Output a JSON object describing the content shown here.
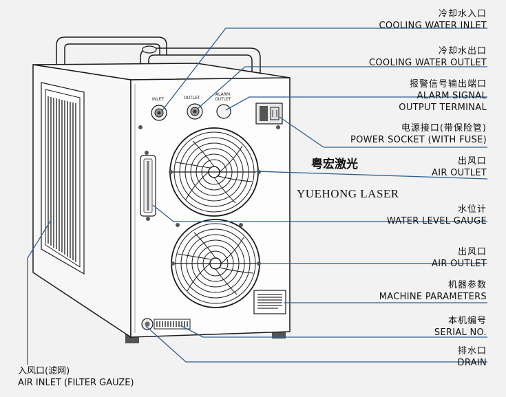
{
  "panel_labels": {
    "inlet": "INLET",
    "outlet": "OUTLET",
    "alarm_line1": "ALARM",
    "alarm_line2": "OUTLET"
  },
  "callouts": [
    {
      "cn": "冷却水入口",
      "en": "COOLING WATER INLET"
    },
    {
      "cn": "冷却水出口",
      "en": "COOLING WATER OUTLET"
    },
    {
      "cn": "报警信号输出端口",
      "en": "ALARM SIGNAL",
      "en2": "OUTPUT TERMINAL"
    },
    {
      "cn": "电源接口(带保险管)",
      "en": "POWER SOCKET (WITH FUSE)"
    },
    {
      "cn": "出风口",
      "en": "AIR OUTLET"
    },
    {
      "cn": "水位计",
      "en": "WATER LEVEL GAUGE"
    },
    {
      "cn": "出风口",
      "en": "AIR OUTLET"
    },
    {
      "cn": "机器参数",
      "en": "MACHINE PARAMETERS"
    },
    {
      "cn": "本机编号",
      "en": "SERIAL NO."
    },
    {
      "cn": "排水口",
      "en": "DRAIN"
    }
  ],
  "left_callout": {
    "cn": "入风口(滤网)",
    "en": "AIR INLET (FILTER GAUZE)"
  },
  "brand": {
    "cn": "粤宏激光",
    "en": "YUEHONG LASER"
  },
  "colors": {
    "leader": "#2b5c93",
    "outline": "#1a1a1a"
  }
}
